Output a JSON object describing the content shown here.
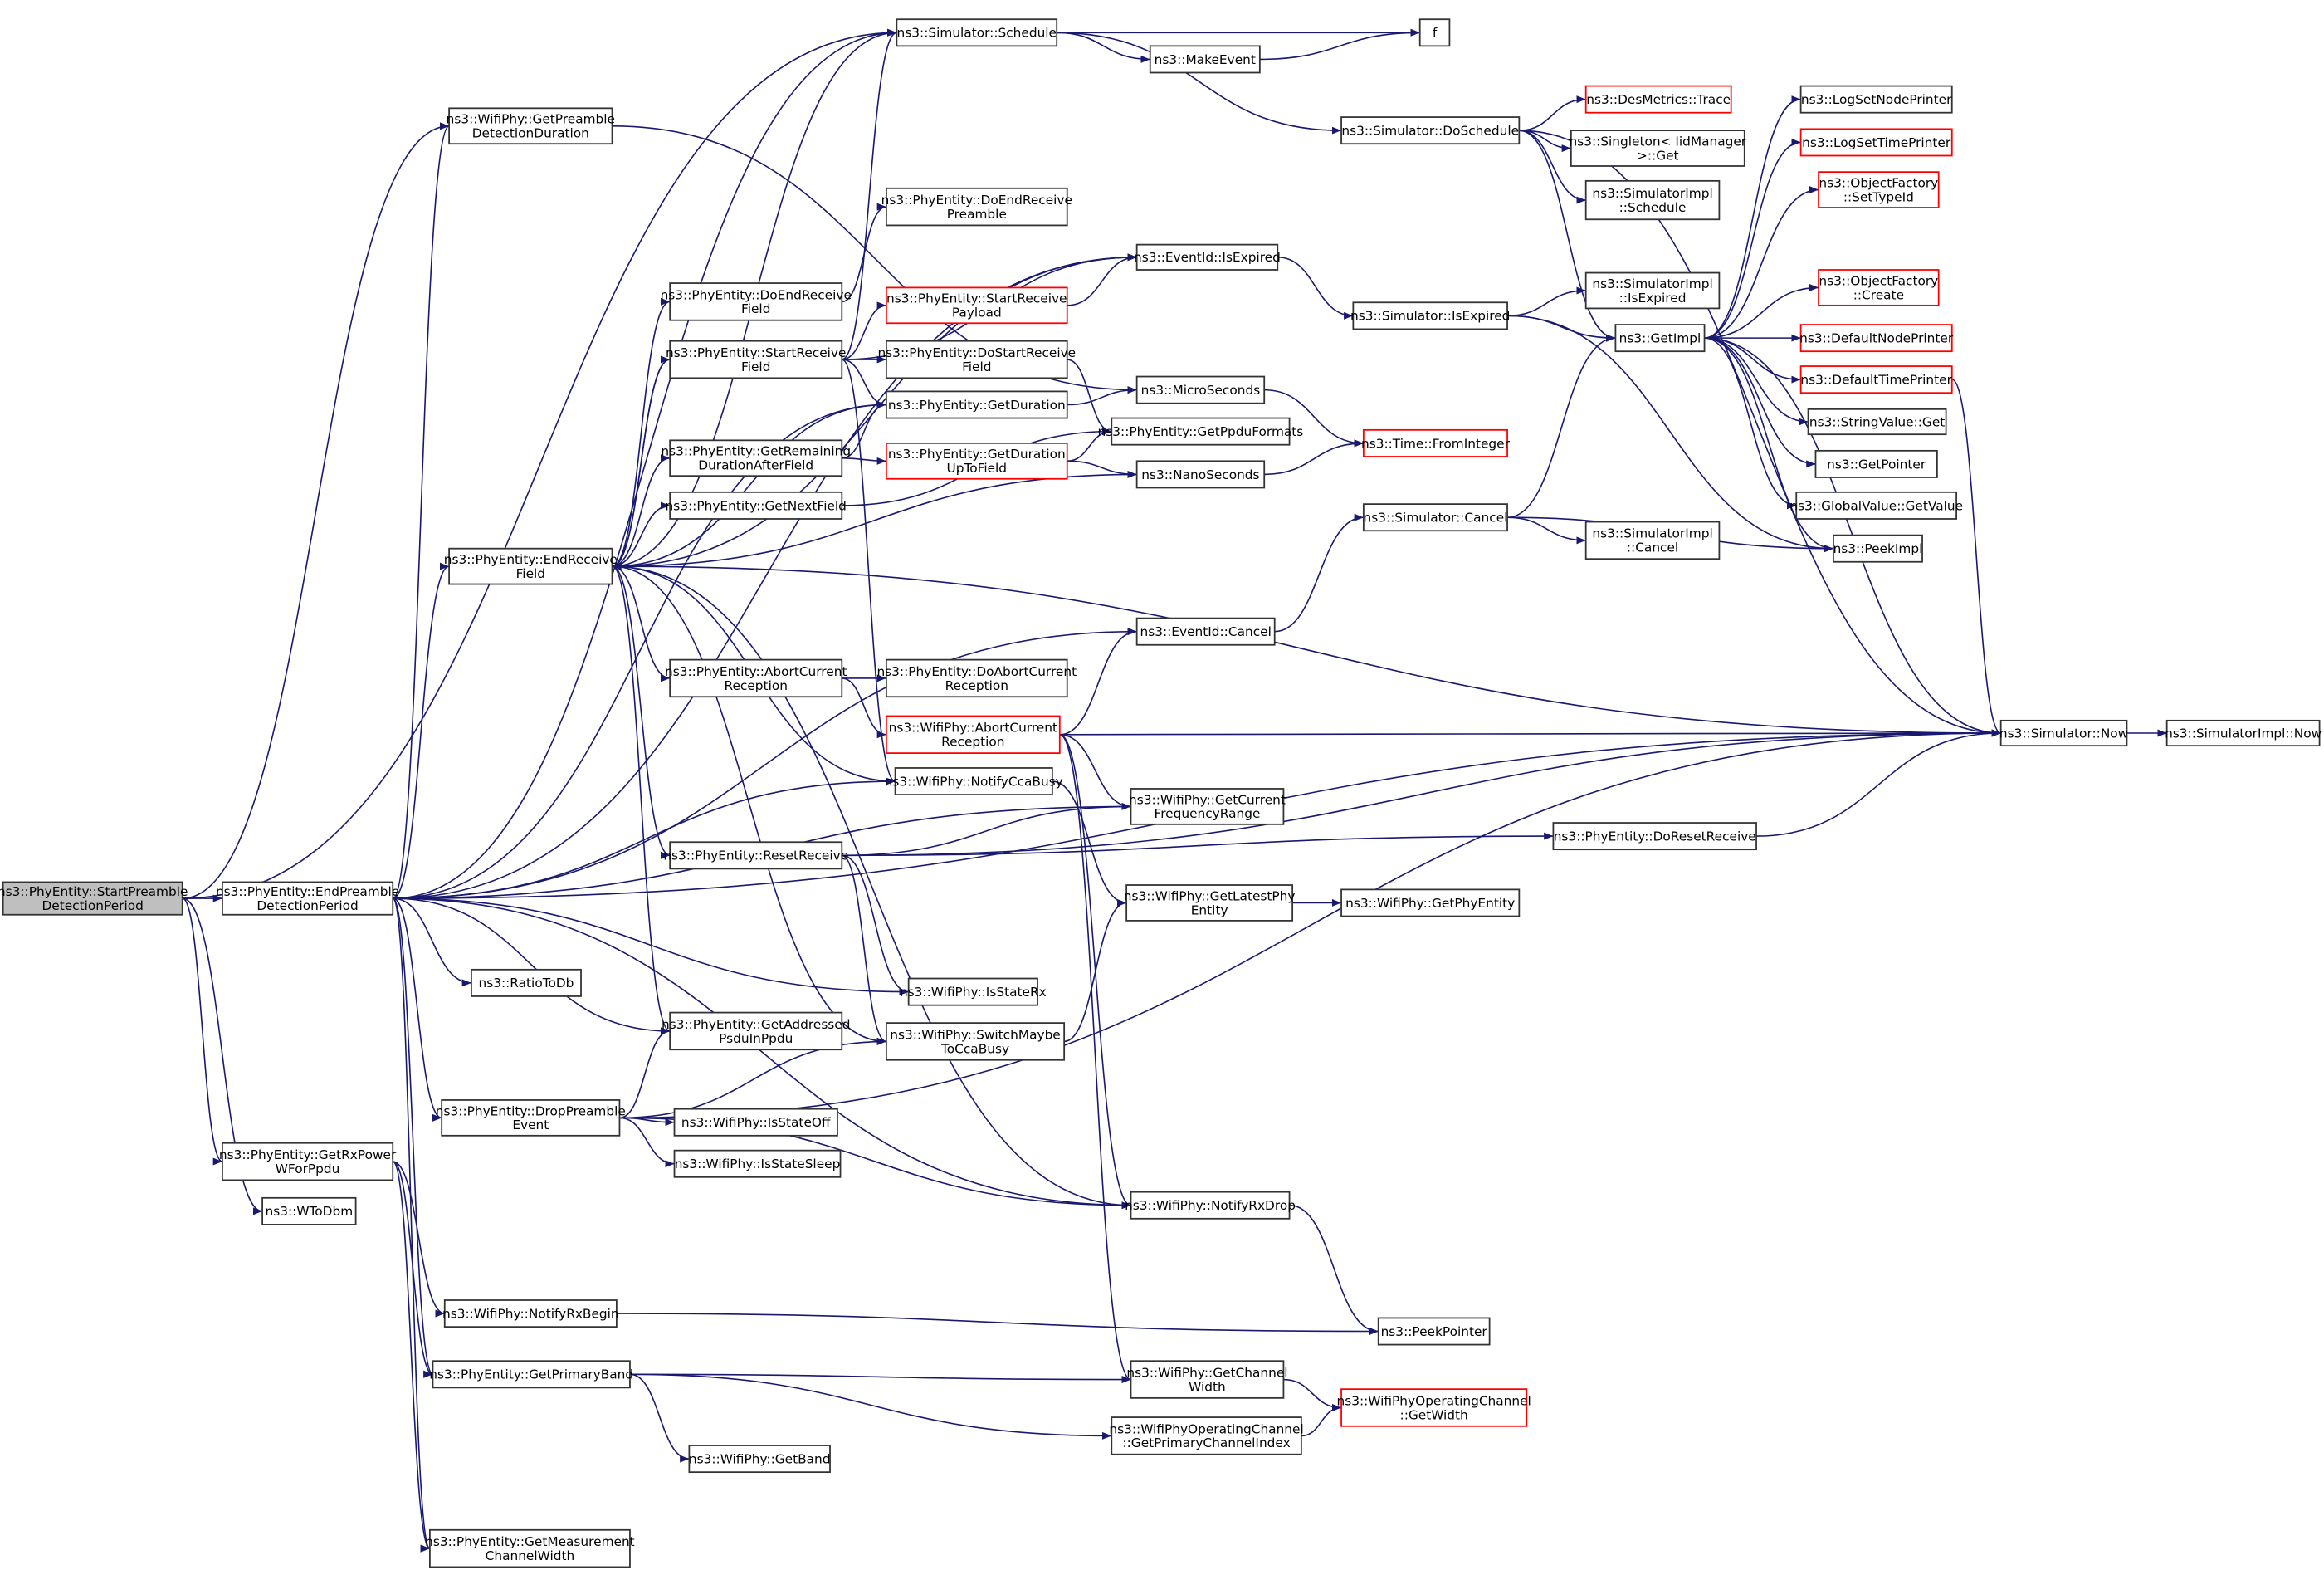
{
  "colors": {
    "edge": "#191970",
    "root_fill": "#bfbfbf",
    "missing_border": "#ff0000",
    "border": "#333333"
  },
  "nodes": [
    {
      "id": "start",
      "lines": [
        "ns3::PhyEntity::StartPreamble",
        "DetectionPeriod"
      ],
      "root": true
    },
    {
      "id": "endpre",
      "lines": [
        "ns3::PhyEntity::EndPreamble",
        "DetectionPeriod"
      ]
    },
    {
      "id": "sched",
      "lines": [
        "ns3::Simulator::Schedule"
      ]
    },
    {
      "id": "f",
      "lines": [
        "f"
      ]
    },
    {
      "id": "makeev",
      "lines": [
        "ns3::MakeEvent"
      ]
    },
    {
      "id": "gpdd",
      "lines": [
        "ns3::WifiPhy::GetPreamble",
        "DetectionDuration"
      ]
    },
    {
      "id": "dosched",
      "lines": [
        "ns3::Simulator::DoSchedule"
      ]
    },
    {
      "id": "desm",
      "lines": [
        "ns3::DesMetrics::Trace"
      ],
      "red": true
    },
    {
      "id": "singleton",
      "lines": [
        "ns3::Singleton< IidManager",
        ">::Get"
      ]
    },
    {
      "id": "simplsched",
      "lines": [
        "ns3::SimulatorImpl",
        "::Schedule"
      ]
    },
    {
      "id": "lognode",
      "lines": [
        "ns3::LogSetNodePrinter"
      ]
    },
    {
      "id": "logtime",
      "lines": [
        "ns3::LogSetTimePrinter"
      ],
      "red": true
    },
    {
      "id": "settype",
      "lines": [
        "ns3::ObjectFactory",
        "::SetTypeId"
      ],
      "red": true
    },
    {
      "id": "ofcreate",
      "lines": [
        "ns3::ObjectFactory",
        "::Create"
      ],
      "red": true
    },
    {
      "id": "defnode",
      "lines": [
        "ns3::DefaultNodePrinter"
      ],
      "red": true
    },
    {
      "id": "deftime",
      "lines": [
        "ns3::DefaultTimePrinter"
      ],
      "red": true
    },
    {
      "id": "strget",
      "lines": [
        "ns3::StringValue::Get"
      ]
    },
    {
      "id": "getptr",
      "lines": [
        "ns3::GetPointer"
      ]
    },
    {
      "id": "gvget",
      "lines": [
        "ns3::GlobalValue::GetValue"
      ]
    },
    {
      "id": "peekimpl",
      "lines": [
        "ns3::PeekImpl"
      ]
    },
    {
      "id": "getimpl",
      "lines": [
        "ns3::GetImpl"
      ]
    },
    {
      "id": "simexp",
      "lines": [
        "ns3::Simulator::IsExpired"
      ]
    },
    {
      "id": "simplexp",
      "lines": [
        "ns3::SimulatorImpl",
        "::IsExpired"
      ]
    },
    {
      "id": "evexp",
      "lines": [
        "ns3::EventId::IsExpired"
      ]
    },
    {
      "id": "doendpre",
      "lines": [
        "ns3::PhyEntity::DoEndReceive",
        "Preamble"
      ]
    },
    {
      "id": "doendfield",
      "lines": [
        "ns3::PhyEntity::DoEndReceive",
        "Field"
      ]
    },
    {
      "id": "startpay",
      "lines": [
        "ns3::PhyEntity::StartReceive",
        "Payload"
      ],
      "red": true
    },
    {
      "id": "startfield",
      "lines": [
        "ns3::PhyEntity::StartReceive",
        "Field"
      ]
    },
    {
      "id": "dostartfield",
      "lines": [
        "ns3::PhyEntity::DoStartReceive",
        "Field"
      ]
    },
    {
      "id": "micro",
      "lines": [
        "ns3::MicroSeconds"
      ]
    },
    {
      "id": "getdur",
      "lines": [
        "ns3::PhyEntity::GetDuration"
      ]
    },
    {
      "id": "ppdufmt",
      "lines": [
        "ns3::PhyEntity::GetPpduFormats"
      ]
    },
    {
      "id": "fromint",
      "lines": [
        "ns3::Time::FromInteger"
      ],
      "red": true
    },
    {
      "id": "remdur",
      "lines": [
        "ns3::PhyEntity::GetRemaining",
        "DurationAfterField"
      ]
    },
    {
      "id": "durupto",
      "lines": [
        "ns3::PhyEntity::GetDuration",
        "UpToField"
      ],
      "red": true
    },
    {
      "id": "nano",
      "lines": [
        "ns3::NanoSeconds"
      ]
    },
    {
      "id": "nextfield",
      "lines": [
        "ns3::PhyEntity::GetNextField"
      ]
    },
    {
      "id": "simcancel",
      "lines": [
        "ns3::Simulator::Cancel"
      ]
    },
    {
      "id": "simplcancel",
      "lines": [
        "ns3::SimulatorImpl",
        "::Cancel"
      ]
    },
    {
      "id": "endfield",
      "lines": [
        "ns3::PhyEntity::EndReceive",
        "Field"
      ]
    },
    {
      "id": "evcancel",
      "lines": [
        "ns3::EventId::Cancel"
      ]
    },
    {
      "id": "abort",
      "lines": [
        "ns3::PhyEntity::AbortCurrent",
        "Reception"
      ]
    },
    {
      "id": "doabort",
      "lines": [
        "ns3::PhyEntity::DoAbortCurrent",
        "Reception"
      ]
    },
    {
      "id": "wabort",
      "lines": [
        "ns3::WifiPhy::AbortCurrent",
        "Reception"
      ],
      "red": true
    },
    {
      "id": "now",
      "lines": [
        "ns3::Simulator::Now"
      ]
    },
    {
      "id": "implnow",
      "lines": [
        "ns3::SimulatorImpl::Now"
      ]
    },
    {
      "id": "cca",
      "lines": [
        "ns3::WifiPhy::NotifyCcaBusy"
      ]
    },
    {
      "id": "freq",
      "lines": [
        "ns3::WifiPhy::GetCurrent",
        "FrequencyRange"
      ]
    },
    {
      "id": "doreset",
      "lines": [
        "ns3::PhyEntity::DoResetReceive"
      ]
    },
    {
      "id": "reset",
      "lines": [
        "ns3::PhyEntity::ResetReceive"
      ]
    },
    {
      "id": "latest",
      "lines": [
        "ns3::WifiPhy::GetLatestPhy",
        "Entity"
      ]
    },
    {
      "id": "getphy",
      "lines": [
        "ns3::WifiPhy::GetPhyEntity"
      ]
    },
    {
      "id": "ratio",
      "lines": [
        "ns3::RatioToDb"
      ]
    },
    {
      "id": "isrx",
      "lines": [
        "ns3::WifiPhy::IsStateRx"
      ]
    },
    {
      "id": "psdu",
      "lines": [
        "ns3::PhyEntity::GetAddressed",
        "PsduInPpdu"
      ]
    },
    {
      "id": "switchcca",
      "lines": [
        "ns3::WifiPhy::SwitchMaybe",
        "ToCcaBusy"
      ]
    },
    {
      "id": "drop",
      "lines": [
        "ns3::PhyEntity::DropPreamble",
        "Event"
      ]
    },
    {
      "id": "isoff",
      "lines": [
        "ns3::WifiPhy::IsStateOff"
      ]
    },
    {
      "id": "issleep",
      "lines": [
        "ns3::WifiPhy::IsStateSleep"
      ]
    },
    {
      "id": "rxpow",
      "lines": [
        "ns3::PhyEntity::GetRxPower",
        "WForPpdu"
      ]
    },
    {
      "id": "wtodbm",
      "lines": [
        "ns3::WToDbm"
      ]
    },
    {
      "id": "rxdrop",
      "lines": [
        "ns3::WifiPhy::NotifyRxDrop"
      ]
    },
    {
      "id": "rxbegin",
      "lines": [
        "ns3::WifiPhy::NotifyRxBegin"
      ]
    },
    {
      "id": "peekptr",
      "lines": [
        "ns3::PeekPointer"
      ]
    },
    {
      "id": "primband",
      "lines": [
        "ns3::PhyEntity::GetPrimaryBand"
      ]
    },
    {
      "id": "chwidth",
      "lines": [
        "ns3::WifiPhy::GetChannel",
        "Width"
      ]
    },
    {
      "id": "opwidth",
      "lines": [
        "ns3::WifiPhyOperatingChannel",
        "::GetWidth"
      ],
      "red": true
    },
    {
      "id": "primidx",
      "lines": [
        "ns3::WifiPhyOperatingChannel",
        "::GetPrimaryChannelIndex"
      ]
    },
    {
      "id": "getband",
      "lines": [
        "ns3::WifiPhy::GetBand"
      ]
    },
    {
      "id": "measw",
      "lines": [
        "ns3::PhyEntity::GetMeasurement",
        "ChannelWidth"
      ]
    }
  ],
  "edges": [
    [
      "start",
      "endpre"
    ],
    [
      "start",
      "sched"
    ],
    [
      "start",
      "gpdd"
    ],
    [
      "start",
      "rxpow"
    ],
    [
      "start",
      "wtodbm"
    ],
    [
      "endpre",
      "gpdd"
    ],
    [
      "endpre",
      "endfield"
    ],
    [
      "endpre",
      "evexp"
    ],
    [
      "endpre",
      "sched"
    ],
    [
      "endpre",
      "getdur"
    ],
    [
      "endpre",
      "evcancel"
    ],
    [
      "endpre",
      "cca"
    ],
    [
      "endpre",
      "freq"
    ],
    [
      "endpre",
      "isrx"
    ],
    [
      "endpre",
      "ratio"
    ],
    [
      "endpre",
      "psdu"
    ],
    [
      "endpre",
      "drop"
    ],
    [
      "endpre",
      "rxdrop"
    ],
    [
      "endpre",
      "primband"
    ],
    [
      "endpre",
      "measw"
    ],
    [
      "endpre",
      "now"
    ],
    [
      "sched",
      "f"
    ],
    [
      "sched",
      "makeev"
    ],
    [
      "sched",
      "dosched"
    ],
    [
      "makeev",
      "f"
    ],
    [
      "gpdd",
      "micro"
    ],
    [
      "dosched",
      "desm"
    ],
    [
      "dosched",
      "singleton"
    ],
    [
      "dosched",
      "simplsched"
    ],
    [
      "dosched",
      "getimpl"
    ],
    [
      "dosched",
      "now"
    ],
    [
      "getimpl",
      "lognode"
    ],
    [
      "getimpl",
      "logtime"
    ],
    [
      "getimpl",
      "settype"
    ],
    [
      "getimpl",
      "ofcreate"
    ],
    [
      "getimpl",
      "defnode"
    ],
    [
      "getimpl",
      "deftime"
    ],
    [
      "getimpl",
      "strget"
    ],
    [
      "getimpl",
      "getptr"
    ],
    [
      "getimpl",
      "gvget"
    ],
    [
      "getimpl",
      "peekimpl"
    ],
    [
      "getimpl",
      "now"
    ],
    [
      "deftime",
      "now"
    ],
    [
      "evexp",
      "simexp"
    ],
    [
      "simexp",
      "simplexp"
    ],
    [
      "simexp",
      "getimpl"
    ],
    [
      "simexp",
      "peekimpl"
    ],
    [
      "endfield",
      "sched"
    ],
    [
      "endfield",
      "evexp"
    ],
    [
      "endfield",
      "doendfield"
    ],
    [
      "endfield",
      "startfield"
    ],
    [
      "endfield",
      "remdur"
    ],
    [
      "endfield",
      "nextfield"
    ],
    [
      "endfield",
      "getdur"
    ],
    [
      "endfield",
      "nano"
    ],
    [
      "endfield",
      "now"
    ],
    [
      "endfield",
      "abort"
    ],
    [
      "endfield",
      "cca"
    ],
    [
      "endfield",
      "reset"
    ],
    [
      "endfield",
      "psdu"
    ],
    [
      "endfield",
      "switchcca"
    ],
    [
      "endfield",
      "rxdrop"
    ],
    [
      "doendfield",
      "doendpre"
    ],
    [
      "startfield",
      "sched"
    ],
    [
      "startfield",
      "evexp"
    ],
    [
      "startfield",
      "startpay"
    ],
    [
      "startfield",
      "dostartfield"
    ],
    [
      "startfield",
      "getdur"
    ],
    [
      "startfield",
      "cca"
    ],
    [
      "startfield",
      "endfield"
    ],
    [
      "startpay",
      "evexp"
    ],
    [
      "dostartfield",
      "ppdufmt"
    ],
    [
      "getdur",
      "micro"
    ],
    [
      "micro",
      "fromint"
    ],
    [
      "nano",
      "fromint"
    ],
    [
      "remdur",
      "getdur"
    ],
    [
      "remdur",
      "durupto"
    ],
    [
      "durupto",
      "nano"
    ],
    [
      "durupto",
      "ppdufmt"
    ],
    [
      "nextfield",
      "ppdufmt"
    ],
    [
      "simcancel",
      "getimpl"
    ],
    [
      "simcancel",
      "simplcancel"
    ],
    [
      "simcancel",
      "peekimpl"
    ],
    [
      "evcancel",
      "simcancel"
    ],
    [
      "abort",
      "doabort"
    ],
    [
      "abort",
      "wabort"
    ],
    [
      "wabort",
      "evcancel"
    ],
    [
      "wabort",
      "now"
    ],
    [
      "wabort",
      "freq"
    ],
    [
      "wabort",
      "rxdrop"
    ],
    [
      "wabort",
      "chwidth"
    ],
    [
      "now",
      "implnow"
    ],
    [
      "cca",
      "latest"
    ],
    [
      "reset",
      "freq"
    ],
    [
      "reset",
      "doreset"
    ],
    [
      "reset",
      "isrx"
    ],
    [
      "reset",
      "switchcca"
    ],
    [
      "reset",
      "now"
    ],
    [
      "doreset",
      "now"
    ],
    [
      "latest",
      "getphy"
    ],
    [
      "switchcca",
      "latest"
    ],
    [
      "drop",
      "psdu"
    ],
    [
      "drop",
      "switchcca"
    ],
    [
      "drop",
      "isoff"
    ],
    [
      "drop",
      "issleep"
    ],
    [
      "drop",
      "rxdrop"
    ],
    [
      "drop",
      "now"
    ],
    [
      "rxdrop",
      "peekptr"
    ],
    [
      "rxbegin",
      "peekptr"
    ],
    [
      "primband",
      "chwidth"
    ],
    [
      "primband",
      "primidx"
    ],
    [
      "primband",
      "getband"
    ],
    [
      "chwidth",
      "opwidth"
    ],
    [
      "primidx",
      "opwidth"
    ],
    [
      "rxpow",
      "primband"
    ],
    [
      "rxpow",
      "measw"
    ],
    [
      "rxpow",
      "rxbegin"
    ]
  ]
}
